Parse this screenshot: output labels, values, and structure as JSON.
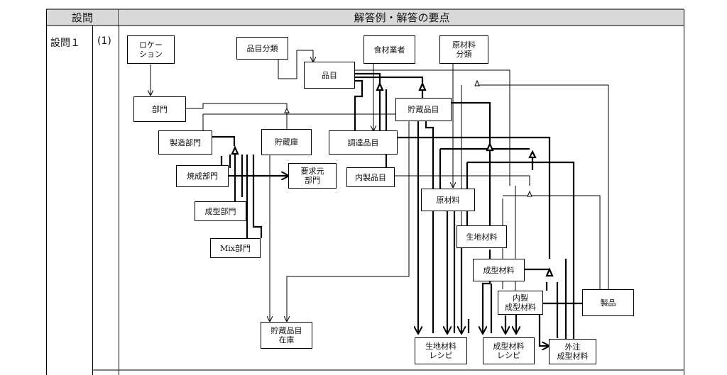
{
  "table": {
    "col1_header": "設問",
    "col2_header": "解答例・解答の要点",
    "question_label": "設問１",
    "sub_label": "(1)"
  },
  "diagram": {
    "entities": {
      "location": "ロケー\nション",
      "item_category": "品目分類",
      "food_supplier": "食材業者",
      "material_category": "原材料\n分類",
      "item": "品目",
      "department": "部門",
      "storage_item": "貯蔵品目",
      "manufacturing_dept": "製造部門",
      "storage_warehouse": "貯蔵庫",
      "procured_item": "調達品目",
      "baking_dept": "焼成部門",
      "requesting_dept": "要求元\n部門",
      "internal_item": "内製品目",
      "raw_material": "原材料",
      "forming_dept": "成型部門",
      "dough_material": "生地材料",
      "mix_dept": "Mix部門",
      "formed_material": "成型材料",
      "internal_formed_material": "内製\n成型材料",
      "product": "製品",
      "storage_item_stock": "貯蔵品目\n在庫",
      "dough_recipe": "生地材料\nレシピ",
      "formed_recipe": "成型材料\nレシピ",
      "outsourced_formed_material": "外注\n成型材料"
    }
  }
}
